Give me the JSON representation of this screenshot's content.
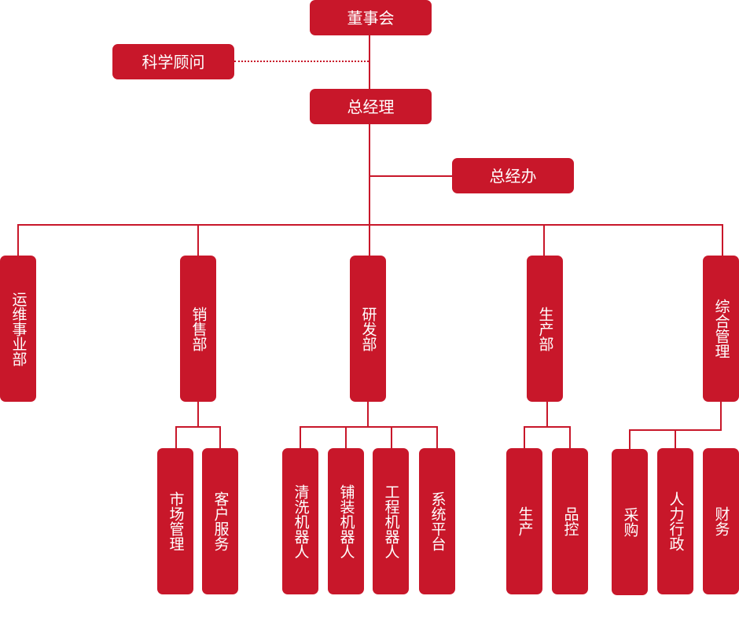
{
  "colors": {
    "node": "#c8172a",
    "line": "#c8172a",
    "text": "#ffffff",
    "background": "#ffffff"
  },
  "board": "董事会",
  "advisor": "科学顾问",
  "gm": "总经理",
  "gm_office": "总经办",
  "departments": [
    {
      "id": "ops",
      "label": "运维事业部",
      "children": []
    },
    {
      "id": "sales",
      "label": "销售部",
      "children": [
        "市场管理",
        "客户服务"
      ]
    },
    {
      "id": "rnd",
      "label": "研发部",
      "children": [
        "清洗机器人",
        "铺装机器人",
        "工程机器人",
        "系统平台"
      ]
    },
    {
      "id": "prod",
      "label": "生产部",
      "children": [
        "生产",
        "品控"
      ]
    },
    {
      "id": "admin",
      "label": "综合管理",
      "children": [
        "采购",
        "人力行政",
        "财务"
      ]
    }
  ]
}
